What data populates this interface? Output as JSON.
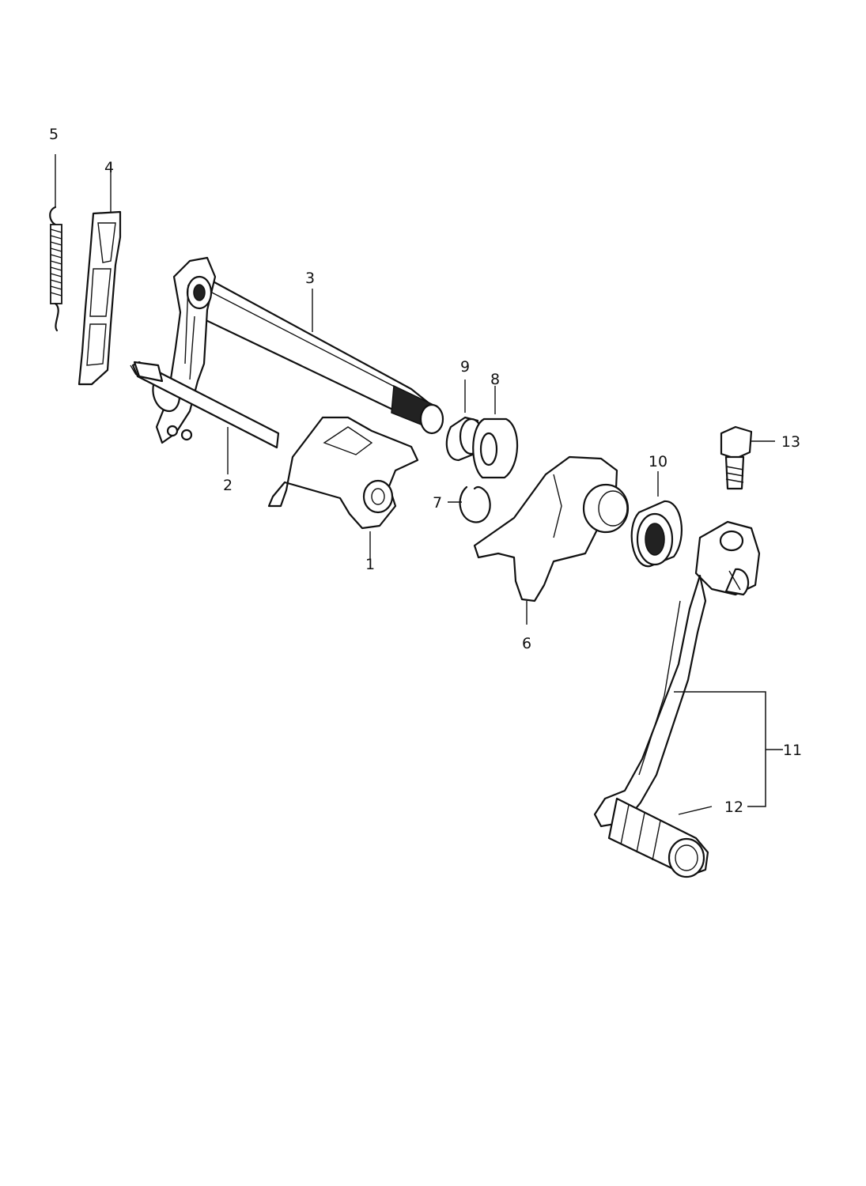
{
  "callouts": {
    "p1": "1",
    "p2": "2",
    "p3": "3",
    "p4": "4",
    "p5": "5",
    "p6": "6",
    "p7": "7",
    "p8": "8",
    "p9": "9",
    "p10": "10",
    "p11": "11",
    "p12": "12",
    "p13": "13"
  },
  "colors": {
    "ink": "#111111",
    "paper": "#ffffff"
  }
}
